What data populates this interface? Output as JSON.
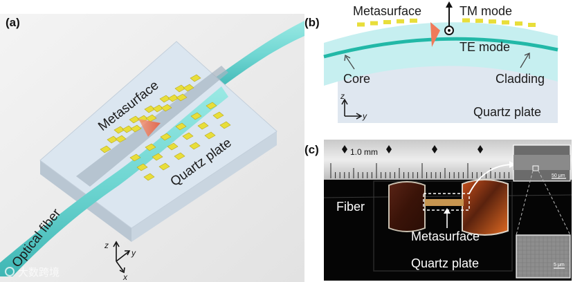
{
  "panels": {
    "a": "(a)",
    "b": "(b)",
    "c": "(c)"
  },
  "panel_a": {
    "metasurface": "Metasurface",
    "quartz_plate": "Quartz plate",
    "optical_fiber": "Optical fiber",
    "axis_z": "z",
    "axis_y": "y",
    "axis_x": "x"
  },
  "panel_b": {
    "metasurface": "Metasurface",
    "tm_mode": "TM mode",
    "te_mode": "TE mode",
    "core": "Core",
    "cladding": "Cladding",
    "quartz_plate": "Quartz plate",
    "axis_z": "z",
    "axis_y": "y"
  },
  "panel_c": {
    "ruler": "1.0 mm",
    "fiber": "Fiber",
    "metasurface": "Metasurface",
    "quartz_plate": "Quartz plate",
    "scale_top": "50 μm",
    "scale_bottom": "5 μm"
  },
  "watermark": "大数跨境",
  "colors": {
    "fiber": "#6fd6d2",
    "core": "#20b8a8",
    "gold": "#e8de3a",
    "beam": "#f07a5a",
    "quartz": "#dde8f2"
  }
}
